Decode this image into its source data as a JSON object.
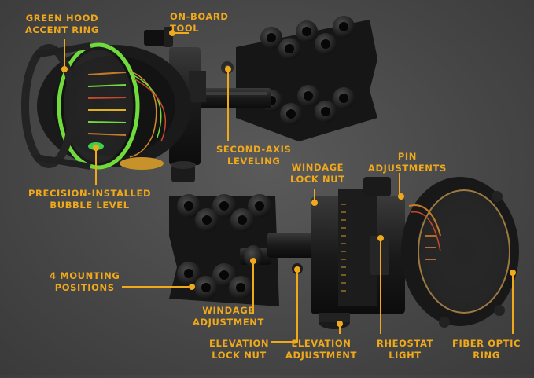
{
  "accent_color": "#f0a91b",
  "hood_ring_color": "#6fdc3c",
  "labels": {
    "green_hood": [
      "GREEN HOOD",
      "ACCENT RING"
    ],
    "onboard_tool": [
      "ON-BOARD",
      "TOOL"
    ],
    "second_axis": [
      "SECOND-AXIS",
      "LEVELING"
    ],
    "pin_adjustments": [
      "PIN",
      "ADJUSTMENTS"
    ],
    "windage_lock_nut": [
      "WINDAGE",
      "LOCK NUT"
    ],
    "precision_bubble": [
      "PRECISION-INSTALLED",
      "BUBBLE LEVEL"
    ],
    "mounting_positions": [
      "4 MOUNTING",
      "POSITIONS"
    ],
    "windage_adjustment": [
      "WINDAGE",
      "ADJUSTMENT"
    ],
    "elevation_lock_nut": [
      "ELEVATION",
      "LOCK NUT"
    ],
    "elevation_adjustment": [
      "ELEVATION",
      "ADJUSTMENT"
    ],
    "rheostat_light": [
      "RHEOSTAT",
      "LIGHT"
    ],
    "fiber_optic_ring": [
      "FIBER OPTIC",
      "RING"
    ]
  }
}
